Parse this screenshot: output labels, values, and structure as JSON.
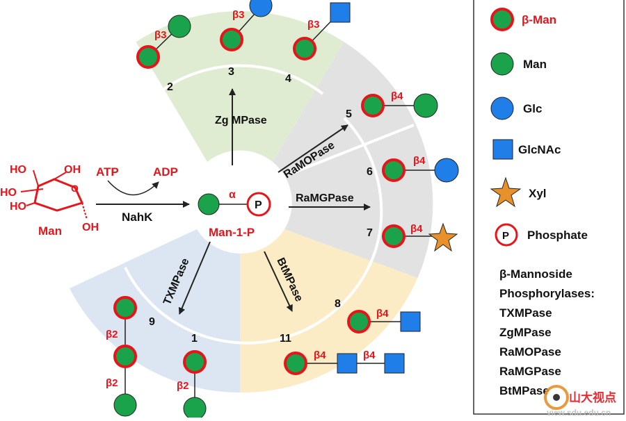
{
  "colors": {
    "red": "#e8141a",
    "green": "#1aa34a",
    "blue": "#1f7ee8",
    "orange": "#e8902a",
    "sector_green": "#dfecd2",
    "sector_gray": "#e2e2e2",
    "sector_blue": "#dce6f2",
    "sector_yellow": "#fbecc6"
  },
  "substrate": {
    "ho1": "HO",
    "oh1": "OH",
    "ho2": "HO",
    "ho3": "HO",
    "o": "O",
    "oh2": "OH",
    "name": "Man",
    "atp": "ATP",
    "adp": "ADP",
    "enzyme": "NahK"
  },
  "center": {
    "alpha": "α",
    "phosphate_symbol": "P",
    "name": "Man-1-P"
  },
  "enzymes": {
    "zg": "Zg MPase",
    "ramo": "RaMOPase",
    "ramg": "RaMGPase",
    "bt": "BtMPase",
    "tx": "TXMPase"
  },
  "products": {
    "p2": {
      "number": "2",
      "linkage": "β3"
    },
    "p3": {
      "number": "3",
      "linkage": "β3"
    },
    "p4": {
      "number": "4",
      "linkage": "β3"
    },
    "p5": {
      "number": "5",
      "linkage": "β4"
    },
    "p6": {
      "number": "6",
      "linkage": "β4"
    },
    "p7": {
      "number": "7",
      "linkage": "β4"
    },
    "p8": {
      "number": "8",
      "linkage": "β4"
    },
    "p11": {
      "number": "11",
      "linkage1": "β4",
      "linkage2": "β4"
    },
    "p9": {
      "number": "9",
      "linkage1": "β2",
      "linkage2": "β2"
    },
    "p1": {
      "number": "1",
      "linkage": "β2"
    }
  },
  "legend": {
    "beta_man": "β-Man",
    "man": "Man",
    "glc": "Glc",
    "glcnac": "GlcNAc",
    "xyl": "Xyl",
    "phosphate_symbol": "P",
    "phosphate": "Phosphate",
    "list_title_1": "β-Mannoside",
    "list_title_2": "Phosphorylases:",
    "enzyme_list": [
      "TXMPase",
      "ZgMPase",
      "RaMOPase",
      "RaMGPase",
      "BtMPase"
    ]
  },
  "watermark": {
    "text": "山大视点",
    "url": "view.sdu.edu.cn"
  }
}
